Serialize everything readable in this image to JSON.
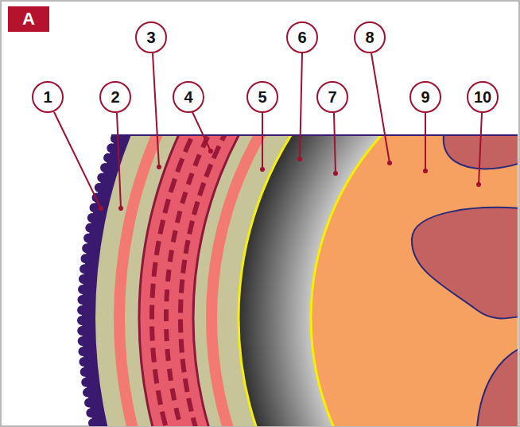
{
  "diagram": {
    "nodes": [
      {
        "text": [
          "A"
        ]
      }
    ],
    "labels": [
      "1",
      "2",
      "3",
      "4",
      "5",
      "6",
      "7",
      "8",
      "9",
      "10"
    ]
  }
}
